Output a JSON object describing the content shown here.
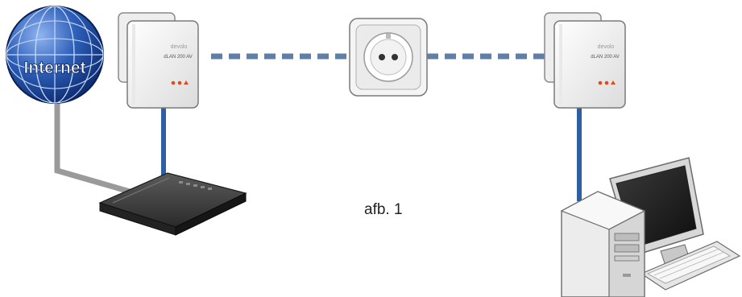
{
  "globe": {
    "label": "Internet"
  },
  "adapters": [
    {
      "brand": "devolo",
      "model": "dLAN 200 AV"
    },
    {
      "brand": "devolo",
      "model": "dLAN 200 AV"
    }
  ],
  "caption": "afb. 1",
  "colors": {
    "ethernet_blue": "#2e5fa3",
    "powerline_dash": "#5f7fa8",
    "internet_cable": "#9a9a9a",
    "globe": "#2d5fb8"
  }
}
